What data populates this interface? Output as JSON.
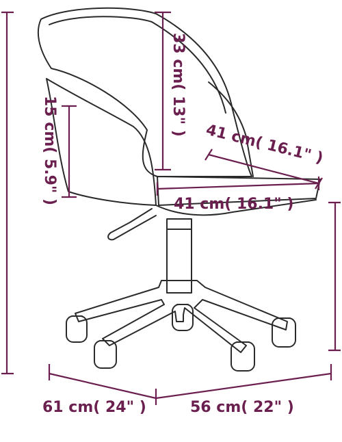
{
  "colors": {
    "dimension": "#6b1f4f",
    "outline": "#2a2a2a",
    "background": "#ffffff"
  },
  "dimensions": {
    "backrest_height": "33 cm( 13\" )",
    "armrest_height": "15 cm( 5.9\" )",
    "seat_depth": "41 cm( 16.1\" )",
    "seat_width": "41 cm( 16.1\" )",
    "base_depth": "61 cm( 24\" )",
    "base_width": "56 cm( 22\" )"
  }
}
